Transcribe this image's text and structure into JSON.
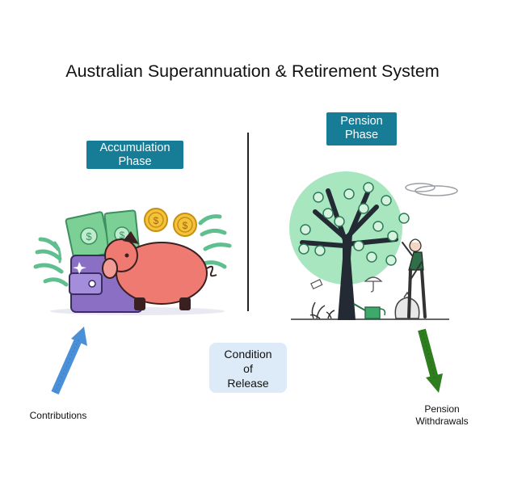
{
  "title": "Australian Superannuation & Retirement System",
  "accumulation": {
    "line1": "Accumulation",
    "line2": "Phase"
  },
  "pension": {
    "line1": "Pension",
    "line2": "Phase"
  },
  "condition": {
    "line1": "Condition",
    "line2": "of",
    "line3": "Release"
  },
  "contributions_label": "Contributions",
  "withdrawals": {
    "line1": "Pension",
    "line2": "Withdrawals"
  },
  "colors": {
    "phase_box": "#177c96",
    "condition_box": "#dcebf7",
    "contribution_arrow": "#4a90d9",
    "withdrawal_arrow": "#2e7d1e",
    "piggy": "#ee7a72",
    "wallet": "#8a6fc4",
    "tree_canopy": "#a8e6bf"
  },
  "icons": [
    "piggy-bank-icon",
    "wallet-icon",
    "banknote-icon",
    "dollar-coin-icon",
    "money-tree-icon",
    "person-icon",
    "watering-can-icon",
    "money-bag-icon",
    "umbrella-icon"
  ]
}
